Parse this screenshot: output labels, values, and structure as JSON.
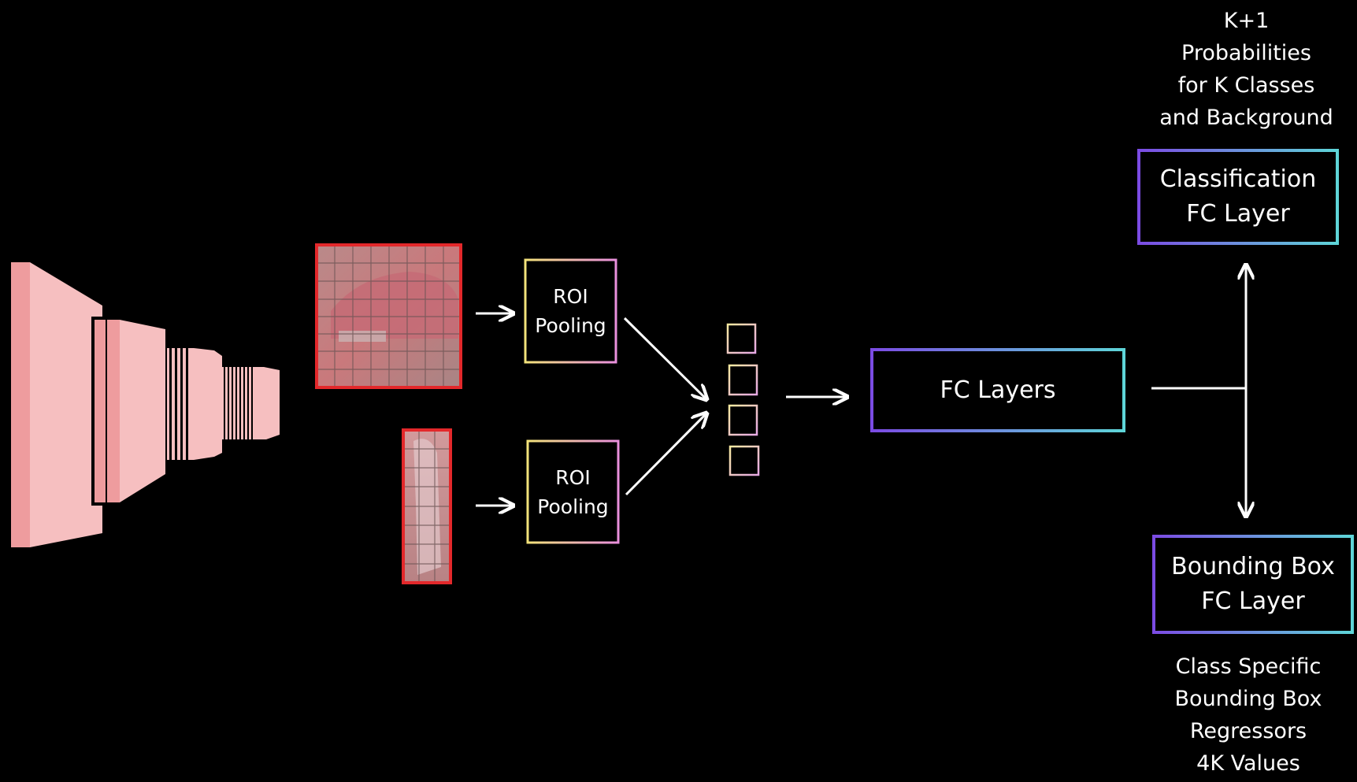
{
  "roi_pool_top": {
    "line1": "ROI",
    "line2": "Pooling"
  },
  "roi_pool_bottom": {
    "line1": "ROI",
    "line2": "Pooling"
  },
  "fc_layers": {
    "label": "FC Layers"
  },
  "classification": {
    "line1": "Classification",
    "line2": "FC Layer"
  },
  "bbox": {
    "line1": "Bounding Box",
    "line2": "FC Layer"
  },
  "top_note": [
    "K+1",
    "Probabilities",
    "for K Classes",
    "and Background"
  ],
  "bottom_note": [
    "Class Specific",
    "Bounding Box",
    "Regressors",
    "4K Values"
  ],
  "colors": {
    "background": "#000000",
    "cnn_light": "#f6bfc0",
    "cnn_dark": "#ee9c9e",
    "roi_border": "#e3282b",
    "roi_fill": "#c9797c",
    "pool_grad_start": "#f2e27a",
    "pool_grad_end": "#e98fdd",
    "fc_grad_start": "#7b4be3",
    "fc_grad_end": "#5ed5d8",
    "feature_square_start": "#f6e9a0",
    "feature_square_end": "#e6a8e4"
  }
}
